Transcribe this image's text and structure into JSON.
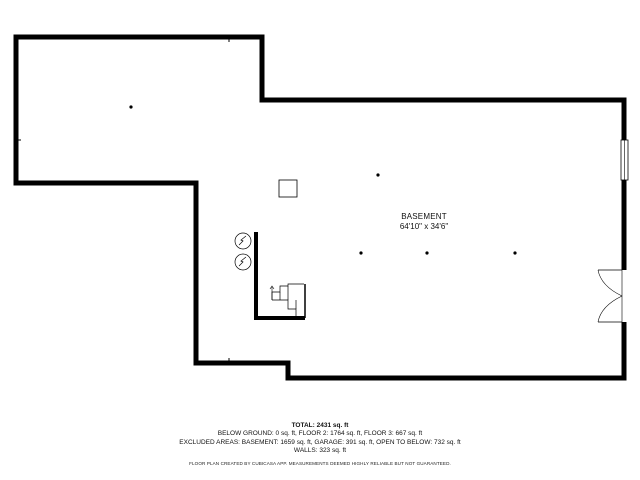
{
  "room": {
    "name": "BASEMENT",
    "dimensions": "64'10\" x 34'6\""
  },
  "summary": {
    "total_label": "TOTAL:",
    "total_value": "2431 sq. ft",
    "line1": "BELOW GROUND: 0 sq. ft, FLOOR 2: 1764 sq. ft, FLOOR 3: 667 sq. ft",
    "line2": "EXCLUDED AREAS: BASEMENT: 1659 sq. ft, GARAGE: 391 sq. ft, OPEN TO BELOW: 732 sq. ft",
    "line3": "WALLS: 323 sq. ft"
  },
  "disclaimer": "FLOOR PLAN CREATED BY CUBICASA APP. MEASUREMENTS DEEMED HIGHLY RELIABLE BUT NOT GUARANTEED."
}
